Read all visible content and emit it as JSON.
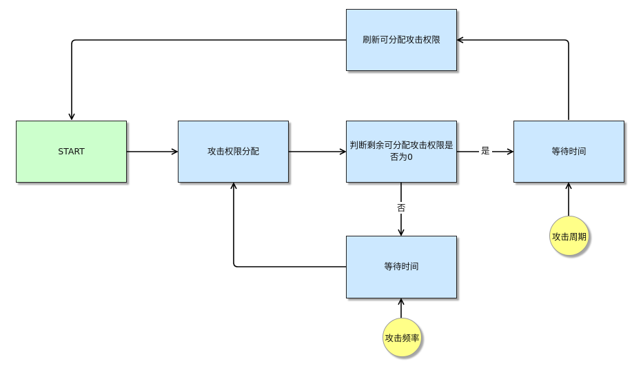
{
  "diagram": {
    "nodes": {
      "refresh": "刷新可分配攻击权限",
      "start": "START",
      "allocate": "攻击权限分配",
      "check_line1": "判断剩余可分配攻击权限是",
      "check_line2": "否为0",
      "wait_right": "等待时间",
      "wait_bottom": "等待时间",
      "period": "攻击周期",
      "frequency": "攻击频率"
    },
    "edges": {
      "yes_label": "是",
      "no_label": "否"
    },
    "colors": {
      "process_fill": "#cce8ff",
      "start_fill": "#ccffcc",
      "event_fill": "#ffff88",
      "stroke": "#000000"
    }
  }
}
